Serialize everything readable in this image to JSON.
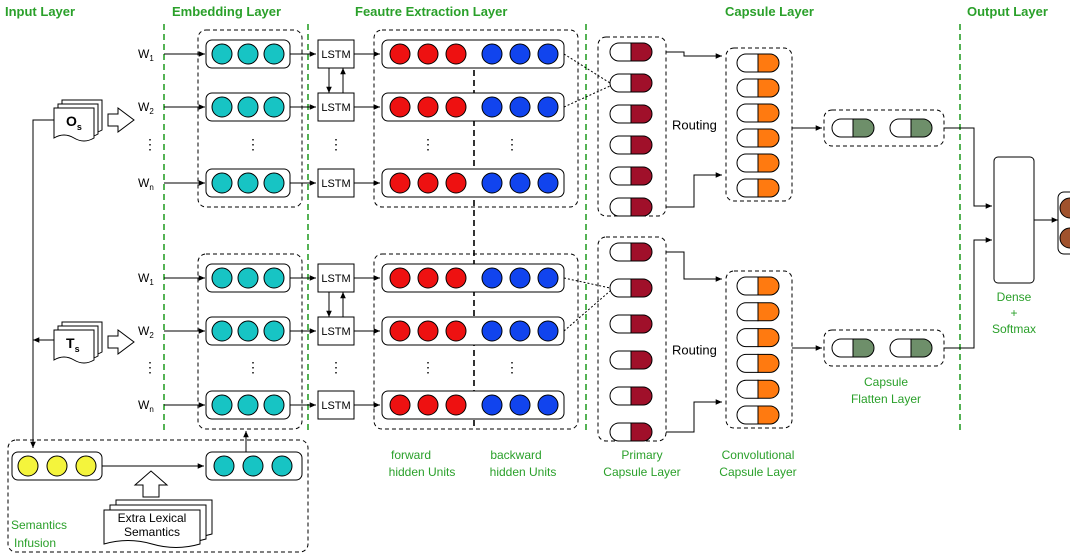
{
  "headers": {
    "input": "Input Layer",
    "embedding": "Embedding Layer",
    "feature": "Feautre Extraction Layer",
    "capsule": "Capsule Layer",
    "output": "Output Layer"
  },
  "inputs": {
    "os_main": "O",
    "os_sub": "s",
    "ts_main": "T",
    "ts_sub": "s"
  },
  "words": {
    "w": "W",
    "sub1": "1",
    "sub2": "2",
    "subn": "n",
    "dots": "⋮"
  },
  "lstm_label": "LSTM",
  "routing_label": "Routing",
  "labels": {
    "forward": [
      "forward",
      "hidden Units"
    ],
    "backward": [
      "backward",
      "hidden Units"
    ],
    "primary": [
      "Primary",
      "Capsule Layer"
    ],
    "conv": [
      "Convolutional",
      "Capsule Layer"
    ],
    "flatten": [
      "Capsule",
      "Flatten Layer"
    ],
    "dense": [
      "Dense",
      "+",
      "Softmax"
    ],
    "semantics": [
      "Semantics",
      "Infusion"
    ],
    "extra": [
      "Extra Lexical",
      "Semantics"
    ]
  },
  "colors": {
    "header_green": "#2aa02a",
    "embedding_teal": "#17c4c4",
    "forward_red": "#ee1111",
    "backward_blue": "#1144ee",
    "primary_capsule": "#a0102a",
    "conv_capsule": "#ff7a10",
    "flatten_capsule": "#6e8f6a",
    "semantics_yellow": "#f4f43c",
    "output_brown": "#a0522d"
  }
}
